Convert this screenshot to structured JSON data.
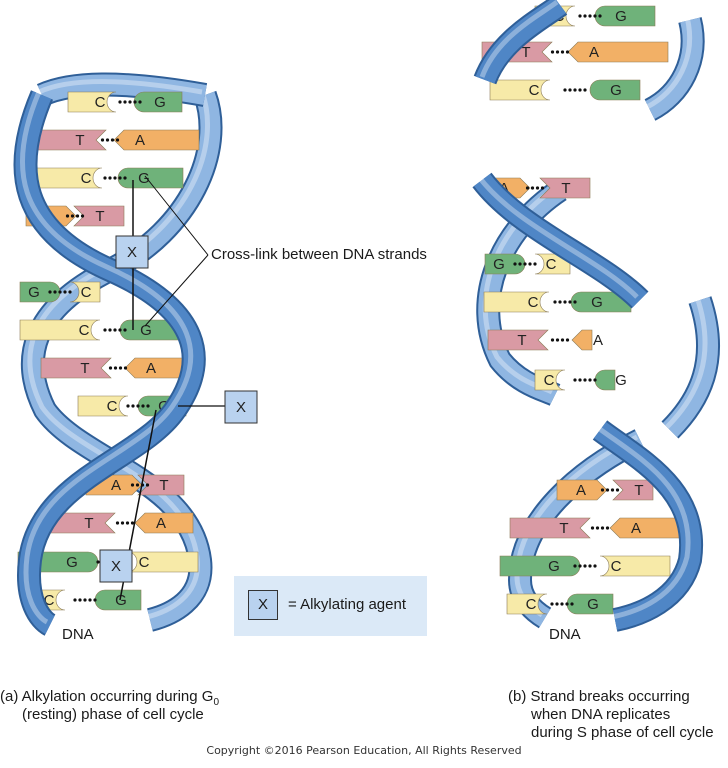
{
  "panel_a": {
    "label_dna": "DNA",
    "crosslink_label": "Cross-link between DNA strands",
    "caption_line1": "(a) Alkylation occurring during G",
    "caption_sub": "0",
    "caption_line2": "(resting) phase of cell cycle",
    "agent_mark": "X",
    "pairs": [
      {
        "left": "C",
        "right": "G"
      },
      {
        "left": "T",
        "right": "A"
      },
      {
        "left": "C",
        "right": "G"
      },
      {
        "left": "A",
        "right": "T"
      },
      {
        "left": "G",
        "right": "C"
      },
      {
        "left": "C",
        "right": "G"
      },
      {
        "left": "T",
        "right": "A"
      },
      {
        "left": "C",
        "right": "G"
      },
      {
        "left": "A",
        "right": "T"
      },
      {
        "left": "T",
        "right": "A"
      },
      {
        "left": "G",
        "right": "C"
      },
      {
        "left": "C",
        "right": "G"
      }
    ]
  },
  "panel_b": {
    "label_dna": "DNA",
    "caption_line1": "(b) Strand breaks occurring",
    "caption_line2": "when DNA replicates",
    "caption_line3": "during S phase of cell cycle",
    "pairs": [
      {
        "left": "C",
        "right": "G"
      },
      {
        "left": "T",
        "right": "A"
      },
      {
        "left": "C",
        "right": "G"
      },
      {
        "left": "A",
        "right": "T"
      },
      {
        "left": "G",
        "right": "C"
      },
      {
        "left": "C",
        "right": "G"
      },
      {
        "left": "T",
        "right": "A"
      },
      {
        "left": "C",
        "right": "G"
      },
      {
        "left": "A",
        "right": "T"
      },
      {
        "left": "T",
        "right": "A"
      },
      {
        "left": "G",
        "right": "C"
      },
      {
        "left": "C",
        "right": "G"
      }
    ]
  },
  "legend": {
    "mark": "X",
    "text": "= Alkylating agent"
  },
  "copyright": "Copyright ©2016 Pearson Education, All Rights Reserved",
  "colors": {
    "backbone": "#4f86c6",
    "backbone_light": "#8fb6e2",
    "C": "#f7eaa8",
    "G": "#6fb27a",
    "T": "#d99aa4",
    "A": "#f2b066",
    "agent_box": "#b9d2ef",
    "legend_bg": "#dbe9f7"
  }
}
